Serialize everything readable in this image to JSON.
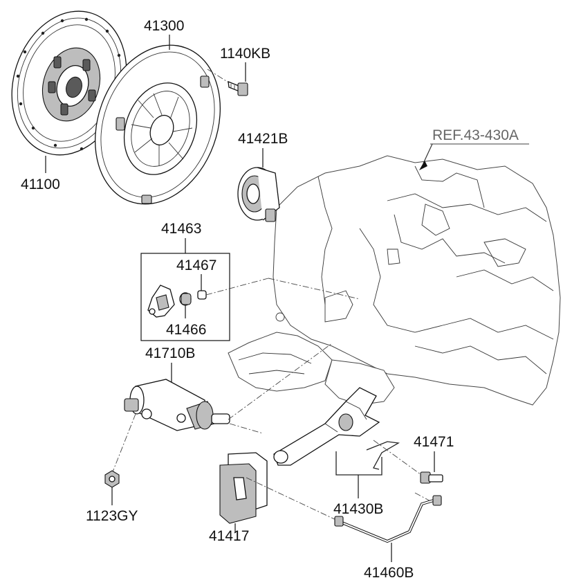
{
  "labels": {
    "p41100": "41100",
    "p41300": "41300",
    "p1140KB": "1140KB",
    "p41421B": "41421B",
    "ref": "REF.43-430A",
    "p41463": "41463",
    "p41467": "41467",
    "p41466": "41466",
    "p41710B": "41710B",
    "p41471": "41471",
    "p41430B": "41430B",
    "p1123GY": "1123GY",
    "p41417": "41417",
    "p41460B": "41460B"
  }
}
